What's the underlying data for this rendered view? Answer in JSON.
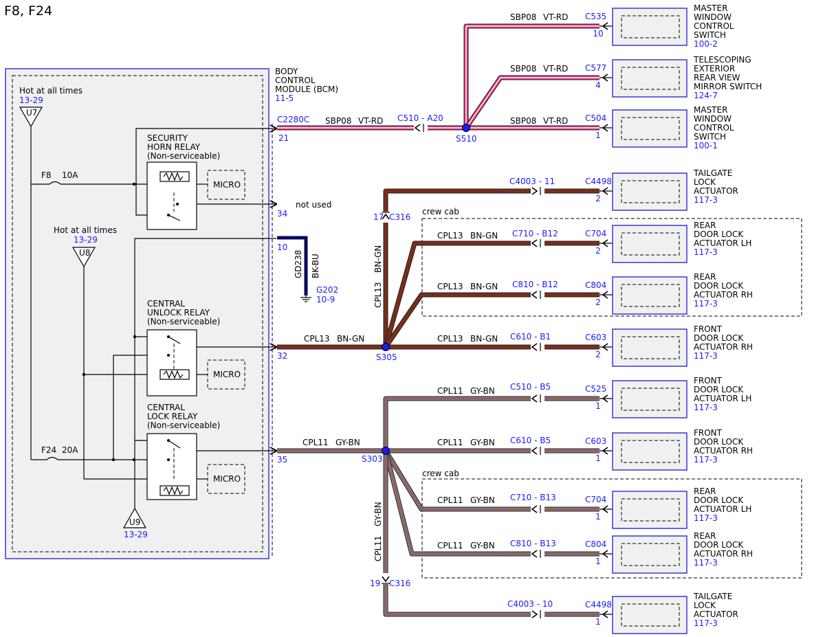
{
  "title": "F8, F24",
  "colors": {
    "vt_rd": "#e0357a",
    "bn_gn": "#7a2e1a",
    "gy_bn": "#7d7d7d",
    "bk_bu": "#0a0a60",
    "connector_blue": "#1a1aff",
    "module_border": "#2a2ad4"
  },
  "bcm": {
    "name": [
      "BODY",
      "CONTROL",
      "MODULE (BCM)"
    ],
    "ref": "11-5"
  },
  "sources": {
    "u7": {
      "label": "Hot at all times",
      "ref": "13-29",
      "tag": "U7"
    },
    "u8": {
      "label": "Hot at all times",
      "ref": "13-29",
      "tag": "U8"
    },
    "u9": {
      "ref": "13-29",
      "tag": "U9"
    }
  },
  "fuses": {
    "f8": {
      "name": "F8",
      "rating": "10A"
    },
    "f24": {
      "name": "F24",
      "rating": "20A"
    }
  },
  "relays": {
    "security": {
      "lines": [
        "SECURITY",
        "HORN RELAY",
        "(Non-serviceable)"
      ]
    },
    "unlock": {
      "lines": [
        "CENTRAL",
        "UNLOCK RELAY",
        "(Non-serviceable)"
      ]
    },
    "lock": {
      "lines": [
        "CENTRAL",
        "LOCK RELAY",
        "(Non-serviceable)"
      ]
    },
    "micro": "MICRO"
  },
  "bcm_pins": {
    "connector": "C2280C",
    "p21": "21",
    "p34": "34",
    "p10": "10",
    "p32": "32",
    "p35": "35"
  },
  "not_used": "not used",
  "ground": {
    "circuit": "GD238",
    "color": "BK-BU",
    "point": "G202",
    "ref": "10-9"
  },
  "splices": {
    "s510": "S510",
    "s305": "S305",
    "s303": "S303"
  },
  "crew_cab": "crew cab",
  "wires": {
    "sbp08": {
      "circuit": "SBP08",
      "color": "VT-RD"
    },
    "cpl13": {
      "circuit": "CPL13",
      "color": "BN-GN"
    },
    "cpl11": {
      "circuit": "CPL11",
      "color": "GY-BN"
    }
  },
  "inline": {
    "c510_a20": "C510 - A20",
    "c4003_11": "C4003 - 11",
    "c4003_10": "C4003 - 10",
    "c710_b12": "C710 - B12",
    "c810_b12": "C810 - B12",
    "c610_b1": "C610 - B1",
    "c510_b5": "C510 - B5",
    "c610_b5": "C610 - B5",
    "c710_b13": "C710 - B13",
    "c810_b13": "C810 - B13",
    "c316_17": "17",
    "c316_19": "19",
    "c316": "C316"
  },
  "components": [
    {
      "conn": "C535",
      "pin": "10",
      "lines": [
        "MASTER",
        "WINDOW",
        "CONTROL",
        "SWITCH"
      ],
      "ref": "100-2"
    },
    {
      "conn": "C577",
      "pin": "4",
      "lines": [
        "TELESCOPING",
        "EXTERIOR",
        "REAR VIEW",
        "MIRROR SWITCH"
      ],
      "ref": "124-7"
    },
    {
      "conn": "C504",
      "pin": "1",
      "lines": [
        "MASTER",
        "WINDOW",
        "CONTROL",
        "SWITCH"
      ],
      "ref": "100-1"
    },
    {
      "conn": "C4498",
      "pin": "2",
      "lines": [
        "TAILGATE",
        "LOCK",
        "ACTUATOR"
      ],
      "ref": "117-3"
    },
    {
      "conn": "C704",
      "pin": "2",
      "lines": [
        "REAR",
        "DOOR LOCK",
        "ACTUATOR LH"
      ],
      "ref": "117-3"
    },
    {
      "conn": "C804",
      "pin": "2",
      "lines": [
        "REAR",
        "DOOR LOCK",
        "ACTUATOR RH"
      ],
      "ref": "117-3"
    },
    {
      "conn": "C603",
      "pin": "2",
      "lines": [
        "FRONT",
        "DOOR LOCK",
        "ACTUATOR RH"
      ],
      "ref": "117-3"
    },
    {
      "conn": "C525",
      "pin": "1",
      "lines": [
        "FRONT",
        "DOOR LOCK",
        "ACTUATOR LH"
      ],
      "ref": "117-3"
    },
    {
      "conn": "C603",
      "pin": "1",
      "lines": [
        "FRONT",
        "DOOR LOCK",
        "ACTUATOR RH"
      ],
      "ref": "117-3"
    },
    {
      "conn": "C704",
      "pin": "1",
      "lines": [
        "REAR",
        "DOOR LOCK",
        "ACTUATOR LH"
      ],
      "ref": "117-3"
    },
    {
      "conn": "C804",
      "pin": "1",
      "lines": [
        "REAR",
        "DOOR LOCK",
        "ACTUATOR RH"
      ],
      "ref": "117-3"
    },
    {
      "conn": "C4498",
      "pin": "1",
      "lines": [
        "TAILGATE",
        "LOCK",
        "ACTUATOR"
      ],
      "ref": "117-3"
    }
  ]
}
